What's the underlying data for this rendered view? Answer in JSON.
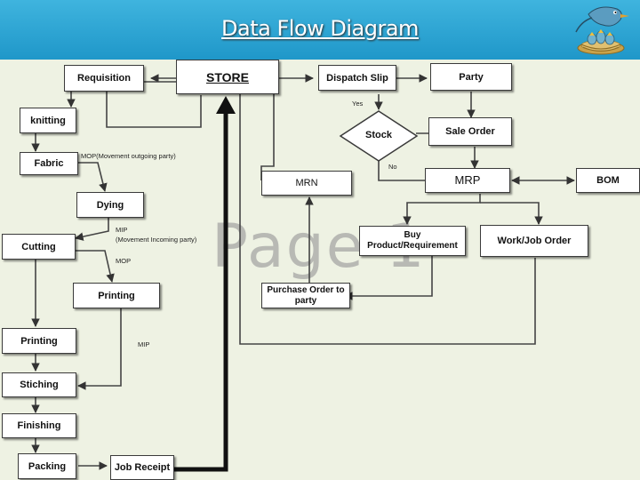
{
  "title": "Data Flow Diagram",
  "watermark": "Page 1",
  "logo_icon": "bird-nest-logo",
  "colors": {
    "header": "#29a6d6",
    "canvas": "#eef2e3",
    "box_border": "#3a3a3a",
    "line": "#555555"
  },
  "nodes": {
    "requisition": "Requisition",
    "store": "STORE",
    "dispatch_slip": "Dispatch Slip",
    "party": "Party",
    "knitting": "knitting",
    "fabric": "Fabric",
    "stock": "Stock",
    "sale_order": "Sale Order",
    "mrn": "MRN",
    "mrp": "MRP",
    "bom": "BOM",
    "dying": "Dying",
    "buy": "Buy Product/Requirement",
    "work_job_order": "Work/Job Order",
    "cutting": "Cutting",
    "printing_center": "Printing",
    "purchase_order": "Purchase Order to party",
    "printing_left": "Printing",
    "stiching": "Stiching",
    "finishing": "Finishing",
    "packing": "Packing",
    "job_receipt": "Job Receipt"
  },
  "labels": {
    "yes": "Yes",
    "no": "No",
    "mop_out": "MOP(Movement outgoing party)",
    "mip_in_1": "MIP",
    "mip_in_2": "(Movement Incoming party)",
    "mop": "MOP",
    "mip": "MIP"
  }
}
